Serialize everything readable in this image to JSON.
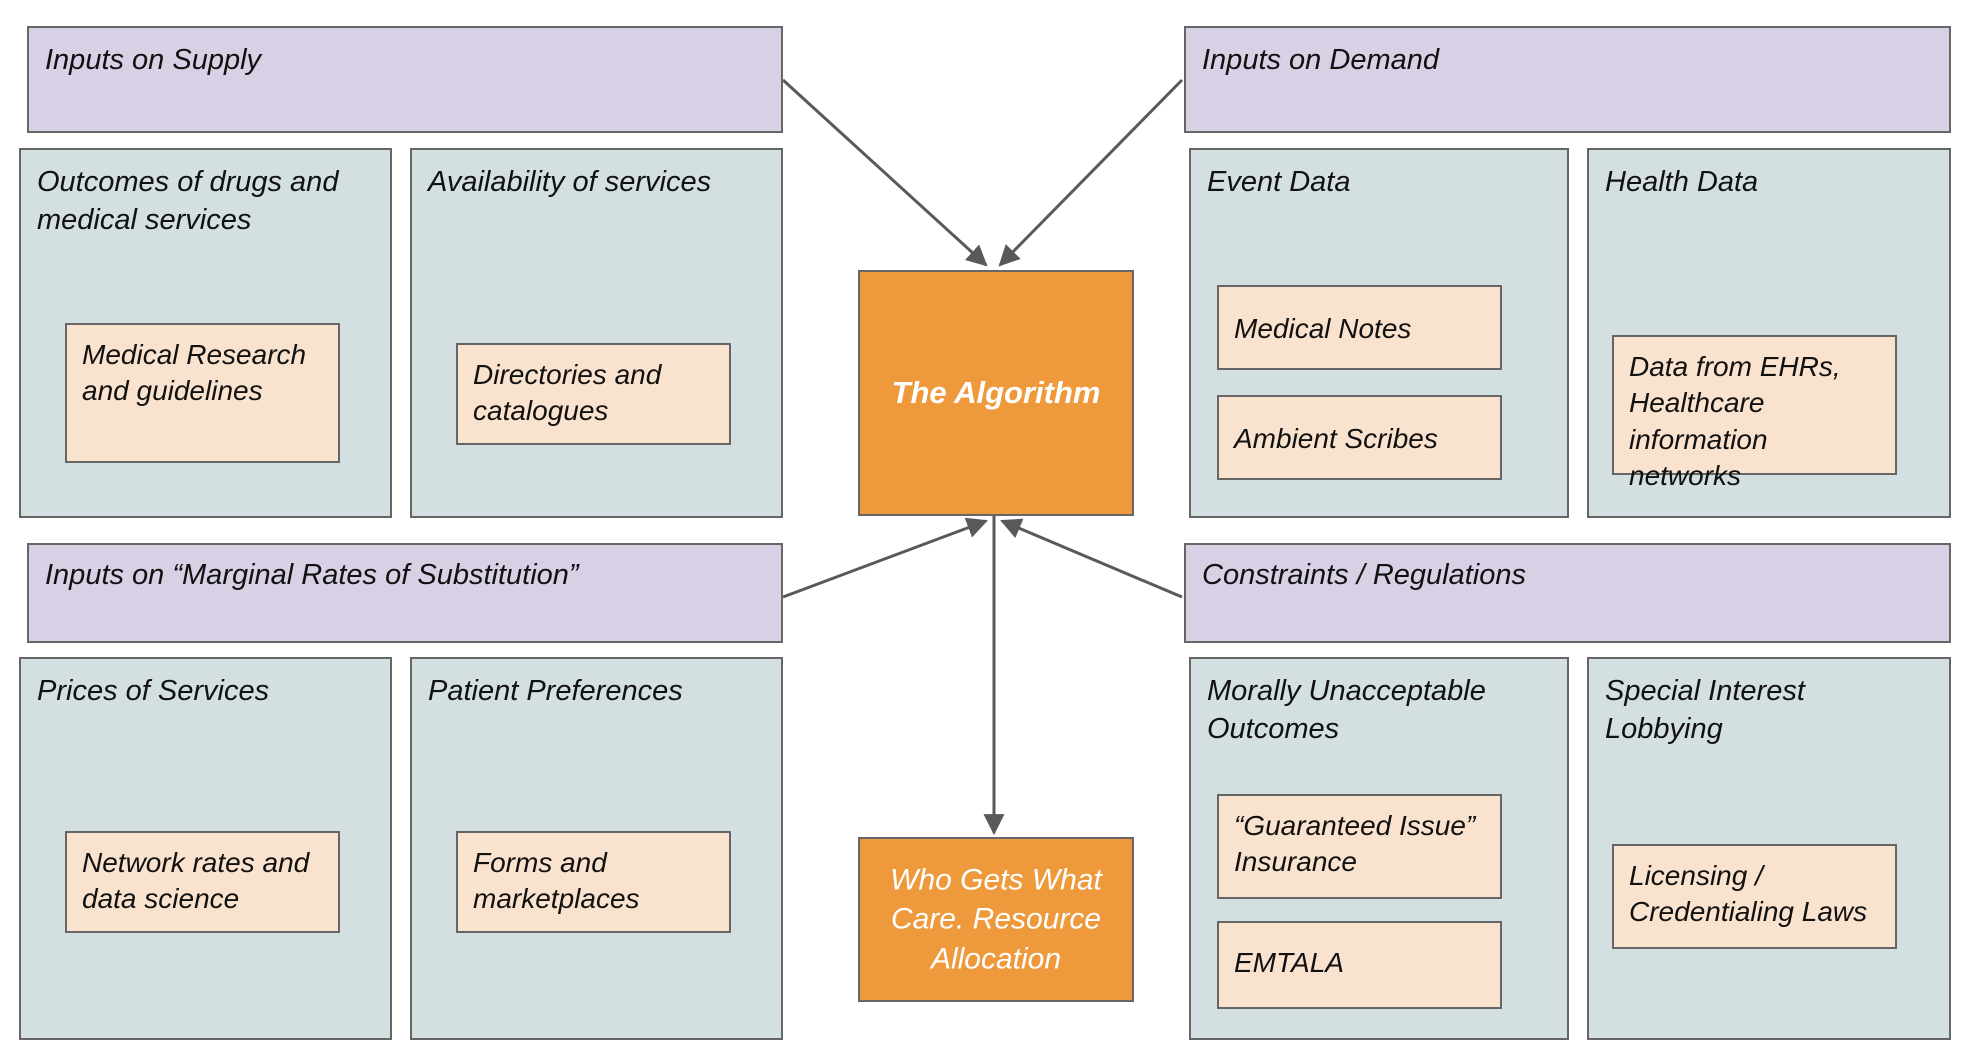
{
  "diagram": {
    "title": "Healthcare Resource Allocation Algorithm Inputs",
    "colors": {
      "header": "#D8D0E4",
      "group": "#D4DFE2",
      "leaf": "#FAE3CE",
      "accent": "#EE9A3C",
      "border": "#666666",
      "arrow": "#595959",
      "text_on_accent": "#FFFFFF"
    },
    "center": {
      "label": "The Algorithm"
    },
    "output": {
      "label": "Who Gets What Care. Resource Allocation"
    },
    "quadrants": [
      {
        "id": "inputs-on-supply",
        "header": "Inputs on Supply",
        "groups": [
          {
            "id": "outcomes-of-drugs-and-medical-services",
            "label": "Outcomes of drugs and medical services",
            "leaves": [
              {
                "id": "medical-research-and-guidelines",
                "label": "Medical Research and guidelines"
              }
            ]
          },
          {
            "id": "availability-of-services",
            "label": "Availability of services",
            "leaves": [
              {
                "id": "directories-and-catalogues",
                "label": "Directories and catalogues"
              }
            ]
          }
        ]
      },
      {
        "id": "inputs-on-demand",
        "header": "Inputs on Demand",
        "groups": [
          {
            "id": "event-data",
            "label": "Event Data",
            "leaves": [
              {
                "id": "medical-notes",
                "label": "Medical Notes"
              },
              {
                "id": "ambient-scribes",
                "label": "Ambient Scribes"
              }
            ]
          },
          {
            "id": "health-data",
            "label": "Health Data",
            "leaves": [
              {
                "id": "data-from-ehrs",
                "label": "Data from EHRs, Healthcare information networks"
              }
            ]
          }
        ]
      },
      {
        "id": "inputs-on-marginal-rates-of-substitution",
        "header": "Inputs on “Marginal Rates of Substitution”",
        "groups": [
          {
            "id": "prices-of-services",
            "label": "Prices of Services",
            "leaves": [
              {
                "id": "network-rates-and-data-science",
                "label": "Network rates and data science"
              }
            ]
          },
          {
            "id": "patient-preferences",
            "label": "Patient Preferences",
            "leaves": [
              {
                "id": "forms-and-marketplaces",
                "label": "Forms and marketplaces"
              }
            ]
          }
        ]
      },
      {
        "id": "constraints-regulations",
        "header": "Constraints / Regulations",
        "groups": [
          {
            "id": "morally-unacceptable-outcomes",
            "label": "Morally Unacceptable Outcomes",
            "leaves": [
              {
                "id": "guaranteed-issue-insurance",
                "label": "“Guaranteed Issue” Insurance"
              },
              {
                "id": "emtala",
                "label": "EMTALA"
              }
            ]
          },
          {
            "id": "special-interest-lobbying",
            "label": "Special Interest Lobbying",
            "leaves": [
              {
                "id": "licensing-credentialing-laws",
                "label": "Licensing / Credentialing Laws"
              }
            ]
          }
        ]
      }
    ],
    "connectors": [
      {
        "id": "supply-to-algorithm",
        "from": "inputs-on-supply",
        "to": "the-algorithm"
      },
      {
        "id": "demand-to-algorithm",
        "from": "inputs-on-demand",
        "to": "the-algorithm"
      },
      {
        "id": "mrs-to-algorithm",
        "from": "inputs-on-marginal-rates-of-substitution",
        "to": "the-algorithm"
      },
      {
        "id": "constraints-to-algorithm",
        "from": "constraints-regulations",
        "to": "the-algorithm"
      },
      {
        "id": "algorithm-to-output",
        "from": "the-algorithm",
        "to": "who-gets-what-care"
      }
    ]
  }
}
